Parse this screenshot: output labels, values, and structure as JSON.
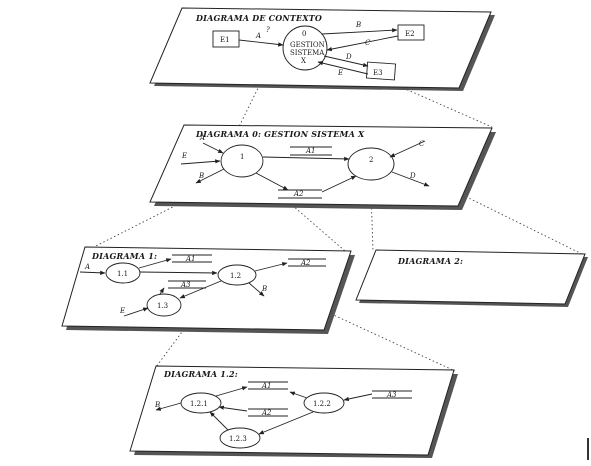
{
  "context": {
    "title": "DIAGRAMA DE CONTEXTO",
    "process_id": "0",
    "process_line1": "GESTION",
    "process_line2": "SISTEMA",
    "process_line3": "X",
    "q_mark": "?",
    "e1": "E1",
    "e2": "E2",
    "e3": "E3",
    "a": "A",
    "b": "B",
    "c": "C",
    "d": "D",
    "e": "E"
  },
  "diagram0": {
    "title": "DIAGRAMA 0: GESTION SISTEMA X",
    "p1": "1",
    "p2": "2",
    "a": "A",
    "e": "E",
    "b": "B",
    "c": "C",
    "d": "D",
    "a1": "A1",
    "a2": "A2"
  },
  "diagram1": {
    "title": "DIAGRAMA 1:",
    "p11": "1.1",
    "p12": "1.2",
    "p13": "1.3",
    "a": "A",
    "e": "E",
    "b": "B",
    "a1": "A1",
    "a2": "A2",
    "a3": "A3"
  },
  "diagram2": {
    "title": "DIAGRAMA 2:"
  },
  "diagram12": {
    "title": "DIAGRAMA 1.2:",
    "p121": "1.2.1",
    "p122": "1.2.2",
    "p123": "1.2.3",
    "b": "B",
    "a1": "A1",
    "a2": "A2",
    "a3": "A3"
  },
  "colors": {
    "ink": "#222222",
    "shadow": "#555555",
    "paper": "#ffffff"
  }
}
